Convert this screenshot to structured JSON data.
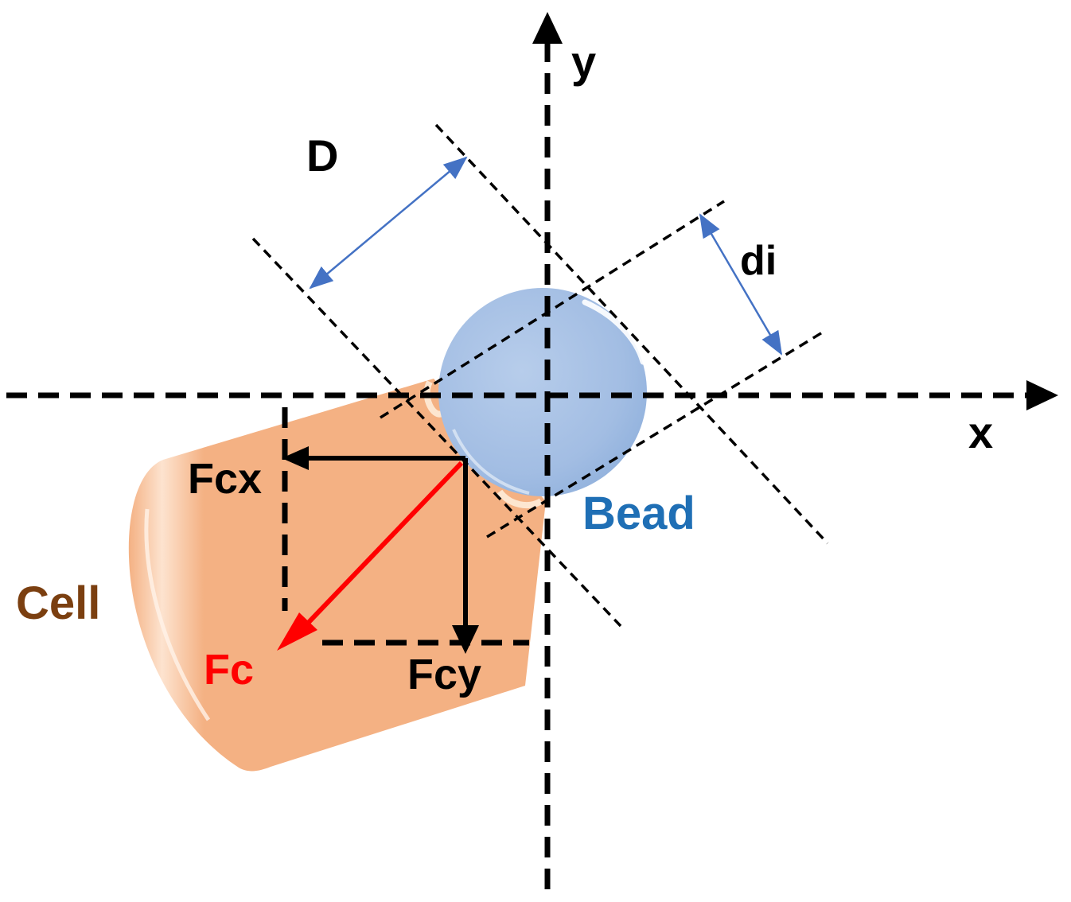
{
  "labels": {
    "y": "y",
    "x": "x",
    "D": "D",
    "di": "di",
    "bead": "Bead",
    "cell": "Cell",
    "fcx": "Fcx",
    "fcy": "Fcy",
    "fc": "Fc"
  },
  "colors": {
    "axis": "#000000",
    "cell_fill": "#f4b183",
    "bead_fill": "#a9c4e6",
    "bead_label": "#1f6fb5",
    "cell_label": "#7b3f10",
    "force": "#ff0000",
    "dimension_arrow": "#4472c4"
  }
}
